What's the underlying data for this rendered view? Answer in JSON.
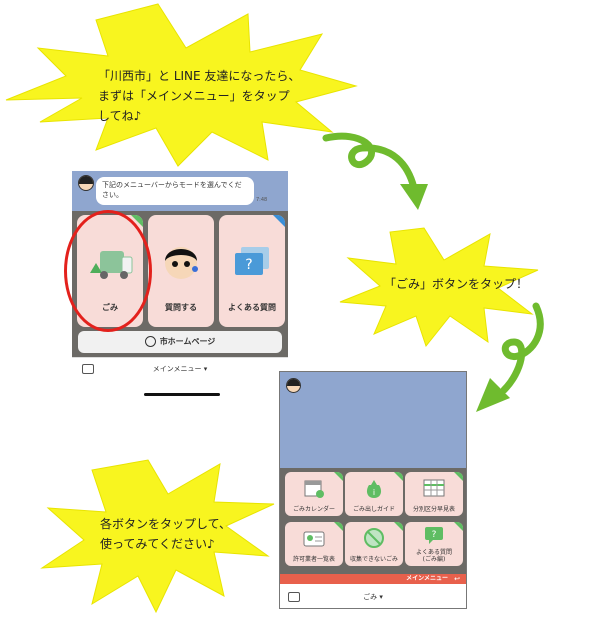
{
  "callouts": {
    "intro_line1": "「川西市」と LINE 友達になったら、",
    "intro_line2": "まずは「メインメニュー」をタップ",
    "intro_line3": "してね♪",
    "gomi_tap": "「ごみ」ボタンをタップ！",
    "each_line1": "各ボタンをタップして、",
    "each_line2": "使ってみてください♪"
  },
  "phone1": {
    "message": "下記のメニューバーからモードを選んでください。",
    "time": "7:48",
    "buttons": [
      {
        "label": "ごみ",
        "icon": "garbage-truck-icon"
      },
      {
        "label": "質問する",
        "icon": "mascot-icon"
      },
      {
        "label": "よくある質問",
        "icon": "question-bubble-icon"
      }
    ],
    "home_button": "市ホームページ",
    "menu_label": "メインメニュー ▾"
  },
  "phone2": {
    "buttons": [
      {
        "label": "ごみカレンダー",
        "icon": "calendar-icon"
      },
      {
        "label": "ごみ出しガイド",
        "icon": "garbage-bag-icon"
      },
      {
        "label": "分別区分早見表",
        "icon": "table-icon"
      },
      {
        "label": "許可業者一覧表",
        "icon": "id-card-icon"
      },
      {
        "label": "収集できないごみ",
        "icon": "prohibited-items-icon"
      },
      {
        "label": "よくある質問\n(ごみ編)",
        "icon": "question-bubble-icon"
      }
    ],
    "tab_label": "メインメニュー",
    "return_icon": "return-icon",
    "menu_label": "ごみ ▾"
  },
  "colors": {
    "burst_yellow": "#f8f51f",
    "arrow_green": "#6fbb2e",
    "chat_blue": "#8fa6cf",
    "menu_gray": "#6c6a66",
    "button_pink": "#f8dcd8",
    "corner_green": "#5fbd63",
    "ring_red": "#e3211c",
    "tab_orange": "#e8604c"
  }
}
